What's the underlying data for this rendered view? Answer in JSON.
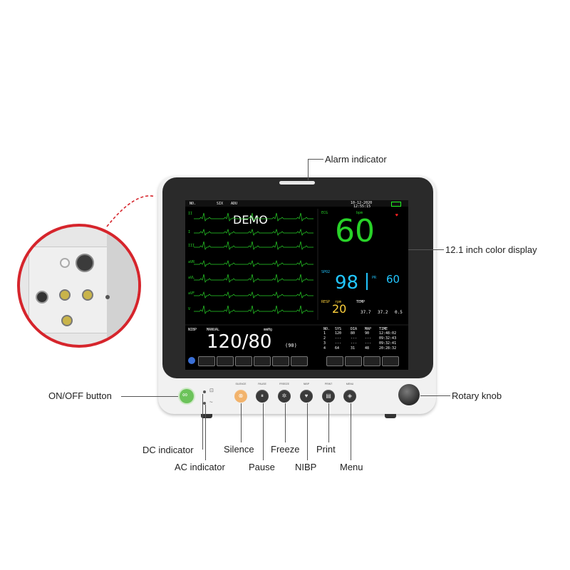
{
  "labels": {
    "alarm_indicator": "Alarm indicator",
    "display": "12.1 inch  color display",
    "onoff": "ON/OFF button",
    "rotary": "Rotary knob",
    "dc": "DC indicator",
    "ac": "AC indicator",
    "silence": "Silence",
    "pause": "Pause",
    "freeze": "Freeze",
    "nibp": "NIBP",
    "print": "Print",
    "menu": "Menu"
  },
  "screen": {
    "bed": "NO.",
    "patient": "SIX",
    "ward": "ADU",
    "datetime": "10-12-2020",
    "time": "12:55:15",
    "demo": "DEMO",
    "leads": [
      "II",
      "I",
      "III",
      "aVR",
      "aVL",
      "aVF",
      "V"
    ],
    "ecg_label": "ECG",
    "bpm_label": "bpm",
    "hr": "60",
    "spo2_label": "SPO2",
    "spo2": "98",
    "pr_label": "PR",
    "pr": "60",
    "resp_label": "RESP",
    "rpm_label": "rpm",
    "resp": "20",
    "temp_label": "TEMP",
    "t1": "37.7",
    "t2": "37.2",
    "td": "0.5",
    "nibp_label": "NIBP",
    "manual": "MANUAL",
    "nibp": "120/80",
    "mmhg": "mmHg",
    "map": "(90)",
    "table_headers": [
      "NO.",
      "SYS",
      "DIA",
      "MAP",
      "TIME"
    ],
    "table_rows": [
      [
        "1",
        "120",
        "80",
        "90",
        "12:48:02"
      ],
      [
        "2",
        "---",
        "---",
        "---",
        "09:32:43"
      ],
      [
        "3",
        "---",
        "---",
        "---",
        "09:32:41"
      ],
      [
        "4",
        "64",
        "31",
        "48",
        "20:28:32"
      ]
    ]
  },
  "panel": {
    "silence": "SILENCE",
    "pause": "PAUSE",
    "freeze": "FREEZE",
    "nibp": "NIBP",
    "print": "PRINT",
    "menu": "MENU"
  },
  "colors": {
    "ecg": "#28d228",
    "spo2": "#22c6ff",
    "resp": "#ffd23c",
    "alarm_inset_border": "#d6252c",
    "onoff": "#6cc35a",
    "silence": "#f2b36c"
  }
}
